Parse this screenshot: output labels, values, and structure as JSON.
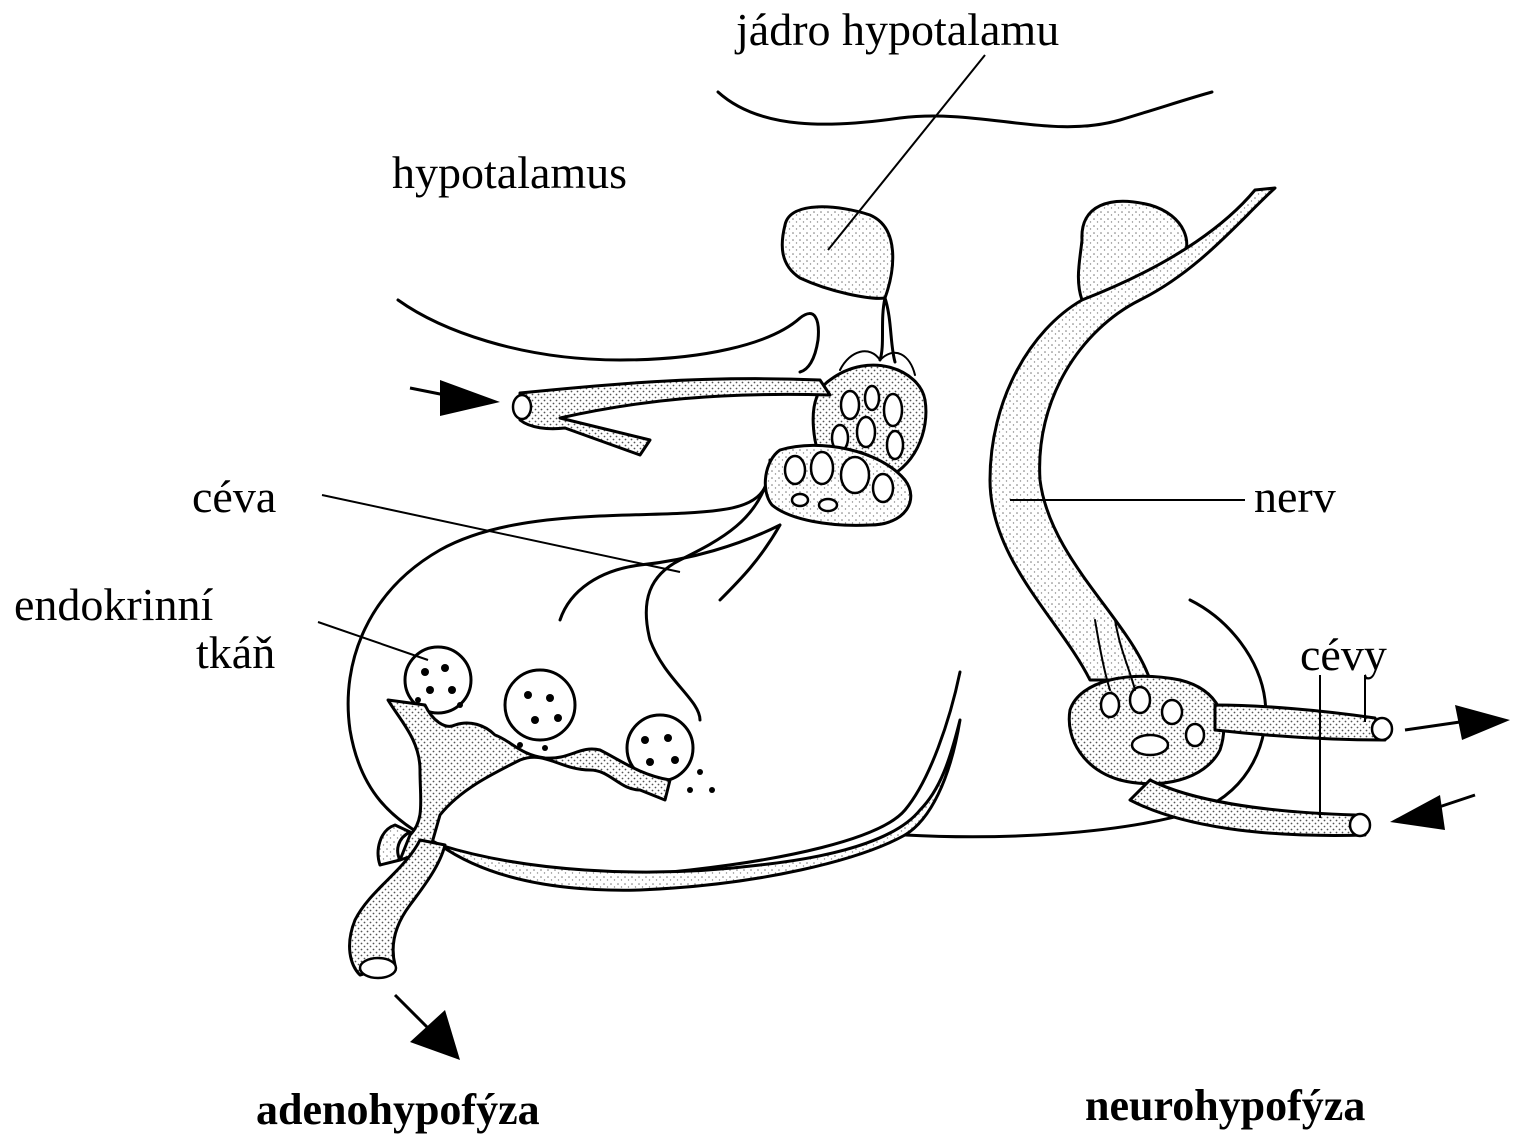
{
  "diagram": {
    "labels": {
      "nucleus": "jádro hypotalamu",
      "hypothalamus": "hypotalamus",
      "vessel": "céva",
      "endocrine_line1": "endokrinní",
      "endocrine_line2": "tkáň",
      "nerve": "nerv",
      "vessels": "cévy",
      "adenohypophysis": "adenohypofýza",
      "neurohypophysis": "neurohypofýza"
    },
    "colors": {
      "ink": "#000000",
      "background": "#ffffff",
      "stipple": "#9a9a9a"
    },
    "arrows": [
      "arrow-in-left",
      "arrow-out-bottom",
      "arrow-out-right",
      "arrow-in-right"
    ]
  }
}
